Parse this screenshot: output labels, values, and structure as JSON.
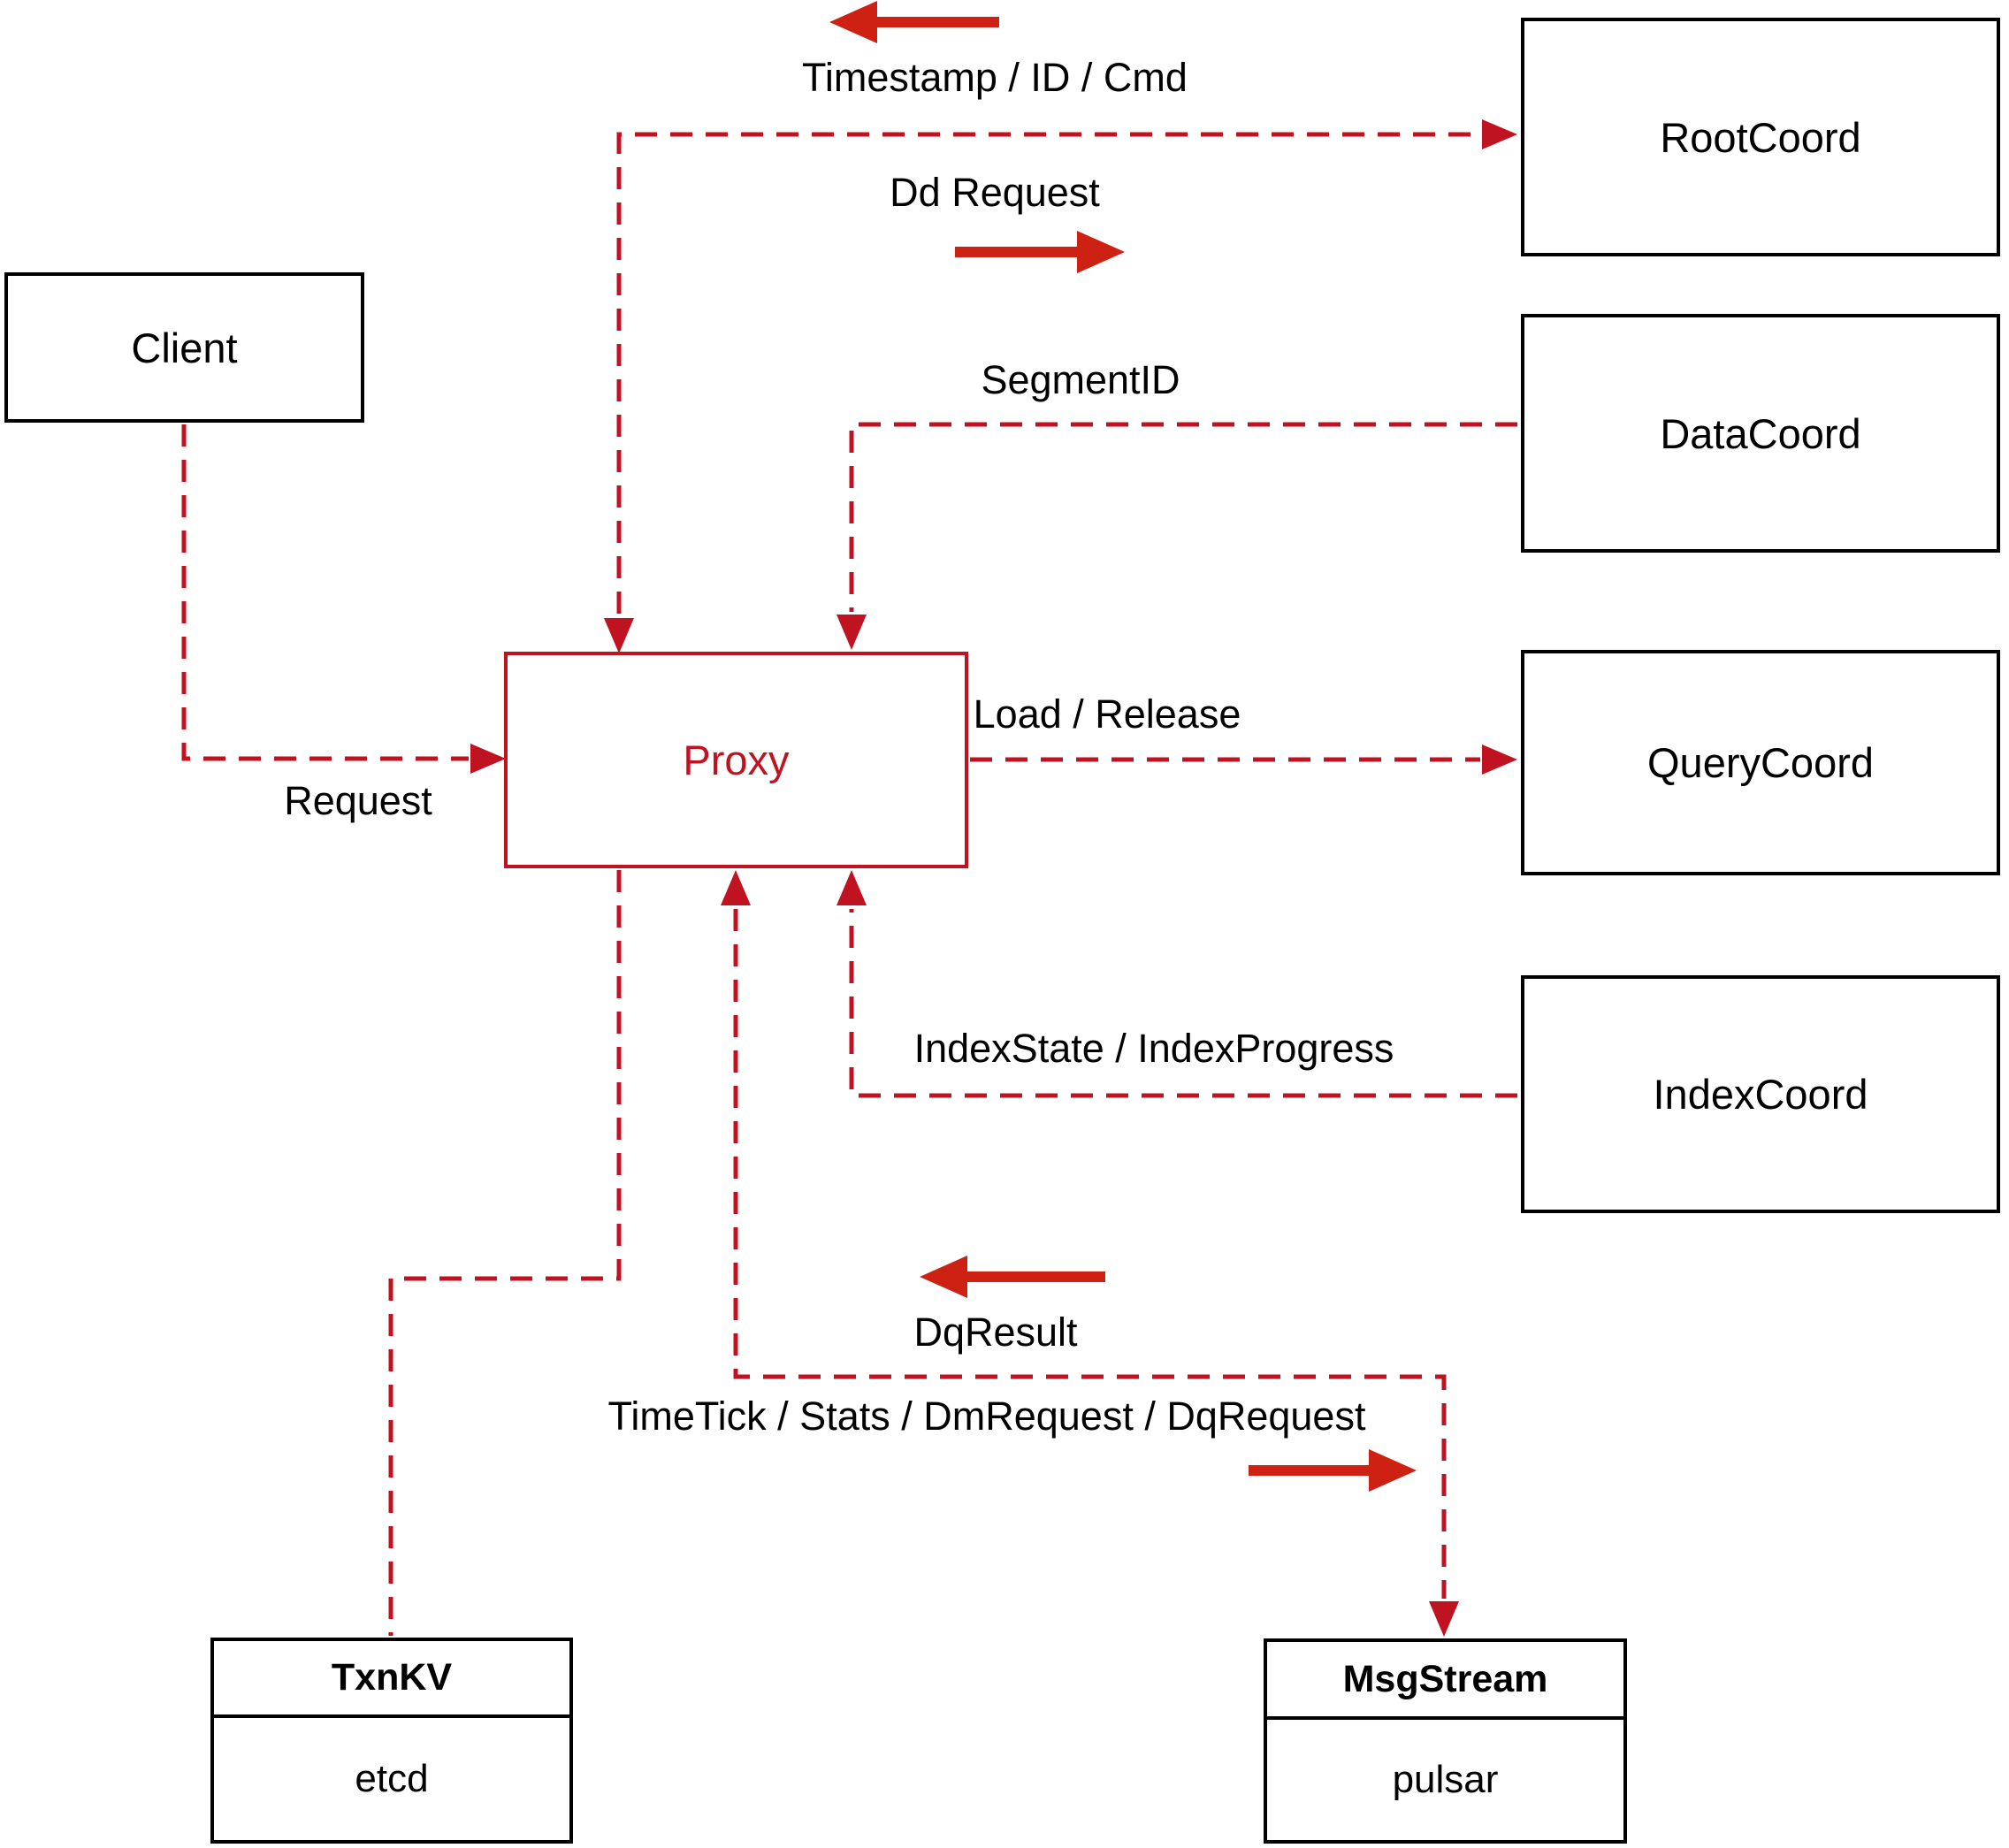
{
  "colors": {
    "line-red": "#bf1322",
    "arrow-red": "#cc2113",
    "box-border": "#000000",
    "text": "#000000",
    "bg": "#ffffff"
  },
  "nodes": {
    "client": {
      "label": "Client"
    },
    "proxy": {
      "label": "Proxy"
    },
    "root_coord": {
      "label": "RootCoord"
    },
    "data_coord": {
      "label": "DataCoord"
    },
    "query_coord": {
      "label": "QueryCoord"
    },
    "index_coord": {
      "label": "IndexCoord"
    },
    "txn_kv": {
      "title": "TxnKV",
      "impl": "etcd"
    },
    "msg_stream": {
      "title": "MsgStream",
      "impl": "pulsar"
    }
  },
  "edge_labels": {
    "timestamp": "Timestamp / ID / Cmd",
    "dd_request": "Dd Request",
    "segment_id": "SegmentID",
    "request": "Request",
    "load_release": "Load / Release",
    "index_state": "IndexState / IndexProgress",
    "dq_result": "DqResult",
    "time_tick": "TimeTick / Stats / DmRequest / DqRequest"
  }
}
